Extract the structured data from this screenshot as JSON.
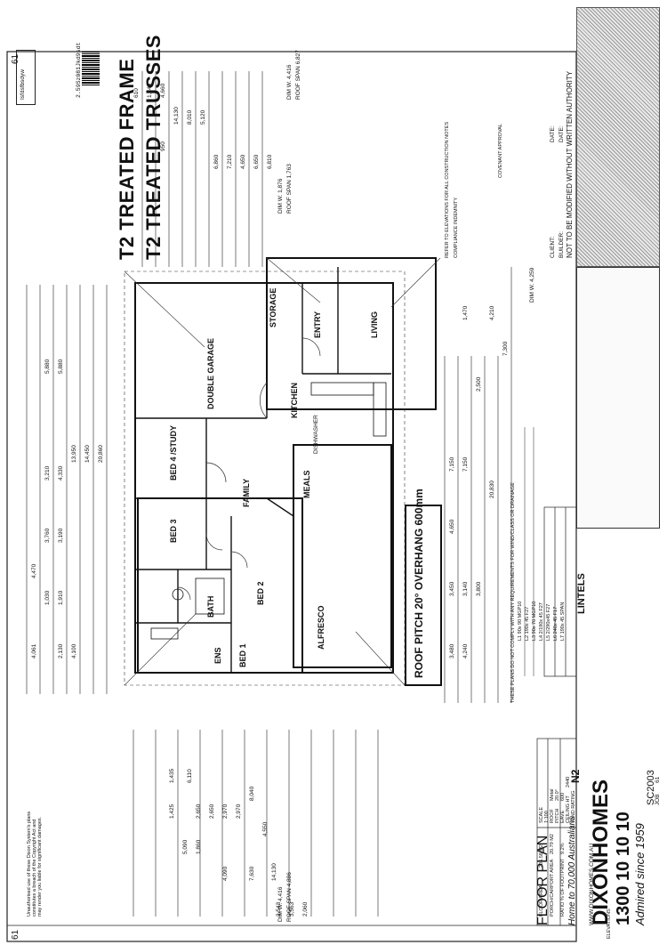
{
  "header": {
    "title_line1": "T2 TREATED FRAME",
    "title_line2": "T2 TREATED TRUSSES",
    "barcode_code": "2.59Sz081Jkd9sdt",
    "stamp_code": "Isfdsfbsdyw",
    "page_number": "61"
  },
  "notes": {
    "refer": "REFER TO ELEVATIONS FOR ALL CONSTRUCTION NOTES",
    "compliance": "COMPLIANCE INDEMNITY",
    "covenant": "COVENANT APPROVAL",
    "not_modified": "NOT TO BE MODIFIED WITHOUT WRITTEN AUTHORITY",
    "client_label": "CLIENT:",
    "builder_label": "BUILDER:",
    "date_label": "DATE:",
    "plans_note": "THESE PLANS DO NOT COMPLY WITH ANY REQUIREMENTS FOR WIND/CLASS OR DRAINAGE"
  },
  "roof": {
    "pitch": "ROOF PITCH 20° OVERHANG 600mm",
    "span_top": "ROOF SPAN 6,827",
    "dim_top": "DIM W. 4,416",
    "span_mid": "ROOF SPAN 1,763",
    "dim_mid": "DIM W. 1,876",
    "span_bottom": "ROOF SPAN 4,886",
    "dim_bottom": "DIM W. 4,416",
    "dim_right": "DIM W. 4,259"
  },
  "rooms": [
    {
      "id": "double-garage",
      "label": "DOUBLE GARAGE"
    },
    {
      "id": "storage",
      "label": "STORAGE"
    },
    {
      "id": "entry",
      "label": "ENTRY"
    },
    {
      "id": "living",
      "label": "LIVING"
    },
    {
      "id": "kitchen",
      "label": "KITCHEN"
    },
    {
      "id": "meals",
      "label": "MEALS"
    },
    {
      "id": "family",
      "label": "FAMILY"
    },
    {
      "id": "bed4",
      "label": "BED 4 /STUDY"
    },
    {
      "id": "bed3",
      "label": "BED 3"
    },
    {
      "id": "bed2",
      "label": "BED 2"
    },
    {
      "id": "bed1",
      "label": "BED 1"
    },
    {
      "id": "alfresco",
      "label": "ALFRESCO"
    },
    {
      "id": "bath",
      "label": "BATH"
    },
    {
      "id": "ens",
      "label": "ENS"
    },
    {
      "id": "dishwasher",
      "label": "DISHWASHER"
    }
  ],
  "dimensions_top": [
    "6,810",
    "6,650",
    "4,650",
    "7,210",
    "6,860",
    "5,120",
    "8,010",
    "14,130",
    "4,660",
    "950",
    "1,240",
    "610"
  ],
  "dimensions_left": [
    "20,860",
    "14,450",
    "13,950",
    "5,880",
    "5,880",
    "4,330",
    "3,210",
    "3,190",
    "3,760",
    "1,910",
    "1,030",
    "2,130",
    "4,061",
    "4,470",
    "4,100"
  ],
  "dimensions_right": [
    "7,150",
    "7,150",
    "4,650",
    "3,450",
    "3,140",
    "3,480",
    "4,240",
    "3,800",
    "20,830",
    "7,300",
    "4,210",
    "2,500",
    "1,470"
  ],
  "dimensions_bottom": [
    "6,110",
    "1,435",
    "1,425",
    "5,090",
    "2,650",
    "2,650",
    "1,860",
    "2,970",
    "2,970",
    "4,090",
    "7,630",
    "14,130",
    "8,040",
    "4,550",
    "2,060",
    "3,563",
    "3,543"
  ],
  "lintels": {
    "title": "LINTELS",
    "items": [
      "L1 90x 90 MGP10",
      "L2 190x 45 F27",
      "L3 90x 70 MGP10",
      "L4 2/190x 45 F27",
      "L5 2/290x45 F27",
      "L6 240x 45 F17",
      "L7 190x 45 SPAN"
    ]
  },
  "schedule": {
    "scale_label": "SCALE",
    "scale_value": "1:100",
    "floor_area_label": "FLOOR AREA",
    "floor_area_value": "205.58 M2",
    "porch_label": "PORCH/CARPORT AREA",
    "porch_value": "20.79 M2",
    "ratio_label": "RATIO % OF FOOTPRINT",
    "ratio_value": "9.2%",
    "roof_label": "ROOF",
    "roof_value": "Metal",
    "pitch_label": "PITCH",
    "pitch_value": "20.0°",
    "eave_label": "EAVE",
    "eave_value": "600",
    "ceiling_label": "CEILING HT",
    "ceiling_value": "2440",
    "wind_label": "WIND RATING",
    "wind_value": "N2"
  },
  "footer": {
    "plan_title": "FLOOR PLAN",
    "brand": "DIXONHOMES",
    "website": "WWW.DIXONHOMES.COM.AU",
    "phone": "1300 10 10 10",
    "slogan": "Admired since 1959",
    "tagline": "Home to 70,000 Australians",
    "sheet_code": "SC2003",
    "job_label": "JOB",
    "job_value": "61",
    "elevations_label": "ELEVATIONS",
    "warning": "Unauthorised use of these Dixon System's plans constitutes a breach of the Copyright Act and may render you liable for significant damages."
  },
  "colors": {
    "ink": "#111111",
    "paper": "#ffffff",
    "hatch": "#9a9a9a"
  }
}
